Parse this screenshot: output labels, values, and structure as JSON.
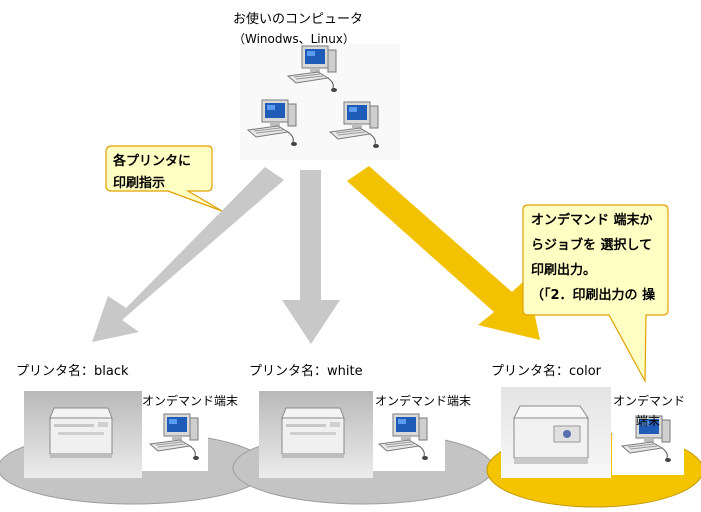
{
  "top": {
    "title": "お使いのコンピュータ",
    "os": "（Winodws、Linux）"
  },
  "callout_left": {
    "lines": [
      "各プリンタに",
      "印刷指示"
    ]
  },
  "callout_right": {
    "lines": [
      "オンデマンド 端末か",
      "らジョブを 選択して",
      "印刷出力。",
      "（「2．印刷出力の 操"
    ]
  },
  "printers": [
    {
      "label": "プリンタ名：black",
      "terminal": "オンデマンド端末"
    },
    {
      "label": "プリンタ名：white",
      "terminal": "オンデマンド端末"
    },
    {
      "label": "プリンタ名：color",
      "terminal": "オンデマンド",
      "terminal_overlap": "端末"
    }
  ],
  "colors": {
    "arrow_gray": "#c8c8c8",
    "arrow_gold": "#f2c200",
    "callout_fill": "#ffffc4",
    "ellipse_gray": "#c4c4c4",
    "ellipse_gold": "#f5c400"
  }
}
